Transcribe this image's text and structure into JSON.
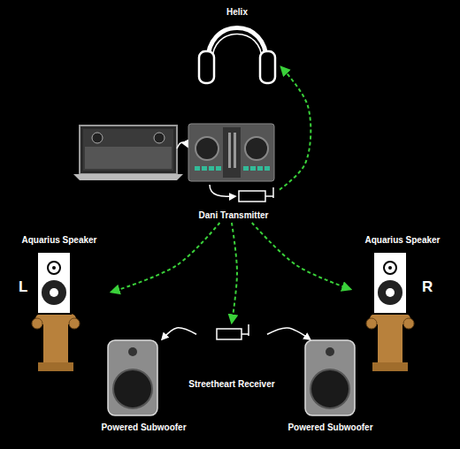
{
  "diagram": {
    "nodes": [
      {
        "text": [
          "Helix"
        ]
      },
      {
        "text": [
          "Dani Transmitter"
        ]
      },
      {
        "text": [
          "Aquarius Speaker"
        ]
      },
      {
        "text": [
          "Aquarius Speaker"
        ]
      },
      {
        "text": [
          "Streetheart Receiver"
        ]
      },
      {
        "text": [
          "Powered Subwoofer"
        ]
      },
      {
        "text": [
          "Powered Subwoofer"
        ]
      }
    ],
    "edges": [
      {
        "from": 1,
        "to": 0,
        "arrow": "to"
      },
      {
        "from": 1,
        "to": 2,
        "arrow": "to"
      },
      {
        "from": 1,
        "to": 3,
        "arrow": "to"
      },
      {
        "from": 1,
        "to": 4,
        "arrow": "to"
      },
      {
        "from": 4,
        "to": 5,
        "arrow": "to"
      },
      {
        "from": 4,
        "to": 6,
        "arrow": "to"
      }
    ],
    "labels": [
      "L",
      "R"
    ]
  }
}
